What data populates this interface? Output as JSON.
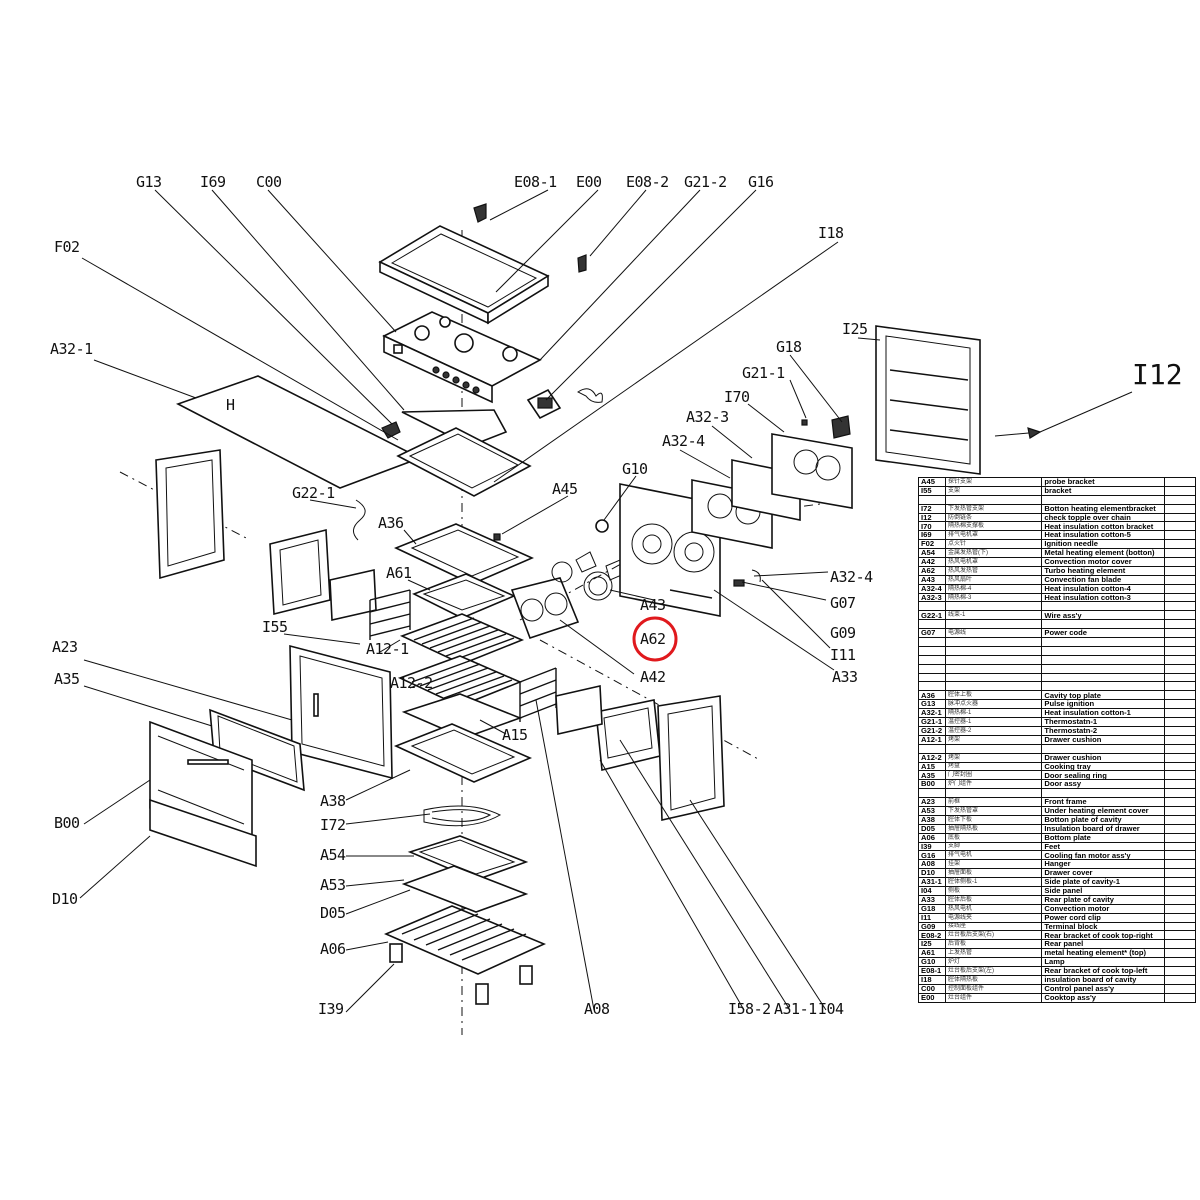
{
  "callouts": {
    "G13": "G13",
    "I69": "I69",
    "C00": "C00",
    "E08-1": "E08-1",
    "E00": "E00",
    "E08-2": "E08-2",
    "G21-2": "G21-2",
    "G16": "G16",
    "I18": "I18",
    "F02": "F02",
    "A32-1": "A32-1",
    "I25": "I25",
    "G18": "G18",
    "G21-1": "G21-1",
    "I12": "I12",
    "I70": "I70",
    "A32-3": "A32-3",
    "A32-4": "A32-4",
    "A32-4b": "A32-4",
    "G10": "G10",
    "A45": "A45",
    "G22-1": "G22-1",
    "A36": "A36",
    "A61": "A61",
    "A43": "A43",
    "G07": "G07",
    "G09": "G09",
    "A62": "A62",
    "I11": "I11",
    "A42": "A42",
    "A33": "A33",
    "I55": "I55",
    "A12-1": "A12-1",
    "A12-2": "A12-2",
    "A23": "A23",
    "A35": "A35",
    "A15": "A15",
    "A38": "A38",
    "I72": "I72",
    "B00": "B00",
    "A54": "A54",
    "A53": "A53",
    "D05": "D05",
    "D10": "D10",
    "A06": "A06",
    "I39": "I39",
    "A08": "A08",
    "I58-2": "I58-2",
    "A31-1": "A31-1",
    "I04": "I04"
  },
  "highlight": {
    "target": "A62",
    "color": "#e0191d"
  },
  "legend": {
    "rows": [
      {
        "code": "A45",
        "cn": "探针支架",
        "en": "probe bracket"
      },
      {
        "code": "I55",
        "cn": "支架",
        "en": "bracket"
      },
      {
        "code": "",
        "cn": "",
        "en": ""
      },
      {
        "code": "I72",
        "cn": "下发热管支架",
        "en": "Botton heating elementbracket"
      },
      {
        "code": "I12",
        "cn": "防倒链条",
        "en": "check topple over chain"
      },
      {
        "code": "I70",
        "cn": "隔热棉支撑板",
        "en": "Heat insulation cotton bracket"
      },
      {
        "code": "I69",
        "cn": "排气电机罩",
        "en": "Heat insulation cotton-5"
      },
      {
        "code": "F02",
        "cn": "点火针",
        "en": "Ignition needle"
      },
      {
        "code": "A54",
        "cn": "金属发热管(下)",
        "en": "Metal heating element (botton)"
      },
      {
        "code": "A42",
        "cn": "热风电机罩",
        "en": "Convection motor cover"
      },
      {
        "code": "A62",
        "cn": "热风发热管",
        "en": "Turbo heating element"
      },
      {
        "code": "A43",
        "cn": "热风扇叶",
        "en": "Convection fan blade"
      },
      {
        "code": "A32-4",
        "cn": "隔热棉-4",
        "en": "Heat insulation cotton-4"
      },
      {
        "code": "A32-3",
        "cn": "隔热棉-3",
        "en": "Heat insulation cotton-3"
      },
      {
        "code": "",
        "cn": "",
        "en": ""
      },
      {
        "code": "G22-1",
        "cn": "线束-1",
        "en": "Wire ass'y"
      },
      {
        "code": "",
        "cn": "",
        "en": ""
      },
      {
        "code": "G07",
        "cn": "电源线",
        "en": "Power code"
      },
      {
        "code": "",
        "cn": "",
        "en": ""
      },
      {
        "code": "",
        "cn": "",
        "en": ""
      },
      {
        "code": "",
        "cn": "",
        "en": ""
      },
      {
        "code": "",
        "cn": "",
        "en": ""
      },
      {
        "code": "",
        "cn": "",
        "en": ""
      },
      {
        "code": "",
        "cn": "",
        "en": ""
      },
      {
        "code": "A36",
        "cn": "腔体上板",
        "en": "Cavity top plate"
      },
      {
        "code": "G13",
        "cn": "脉冲点火器",
        "en": "Pulse ignition"
      },
      {
        "code": "A32-1",
        "cn": "隔热棉-1",
        "en": "Heat insulation cotton-1"
      },
      {
        "code": "G21-1",
        "cn": "温控器-1",
        "en": "Thermostatn-1"
      },
      {
        "code": "G21-2",
        "cn": "温控器-2",
        "en": "Thermostatn-2"
      },
      {
        "code": "A12-1",
        "cn": "烤架",
        "en": "Drawer cushion"
      },
      {
        "code": "",
        "cn": "",
        "en": ""
      },
      {
        "code": "A12-2",
        "cn": "烤架",
        "en": "Drawer cushion"
      },
      {
        "code": "A15",
        "cn": "烤盘",
        "en": "Cooking tray"
      },
      {
        "code": "A35",
        "cn": "门密封圈",
        "en": "Door sealing ring"
      },
      {
        "code": "B00",
        "cn": "炉门组件",
        "en": "Door assy"
      },
      {
        "code": "",
        "cn": "",
        "en": ""
      },
      {
        "code": "A23",
        "cn": "前框",
        "en": "Front frame"
      },
      {
        "code": "A53",
        "cn": "下发热管罩",
        "en": "Under heating element cover"
      },
      {
        "code": "A38",
        "cn": "腔体下板",
        "en": "Botton plate of cavity"
      },
      {
        "code": "D05",
        "cn": "抽屉隔热板",
        "en": "Insulation board of drawer"
      },
      {
        "code": "A06",
        "cn": "底板",
        "en": "Bottom plate"
      },
      {
        "code": "I39",
        "cn": "支脚",
        "en": "Feet"
      },
      {
        "code": "G16",
        "cn": "排气电机",
        "en": "Cooling fan motor ass'y"
      },
      {
        "code": "A08",
        "cn": "挂架",
        "en": "Hanger"
      },
      {
        "code": "D10",
        "cn": "抽屉面板",
        "en": "Drawer cover"
      },
      {
        "code": "A31-1",
        "cn": "腔体侧板-1",
        "en": "Side plate of cavity-1"
      },
      {
        "code": "I04",
        "cn": "侧板",
        "en": "Side panel"
      },
      {
        "code": "A33",
        "cn": "腔体后板",
        "en": "Rear plate of cavity"
      },
      {
        "code": "G18",
        "cn": "热风电机",
        "en": "Convection motor"
      },
      {
        "code": "I11",
        "cn": "电源线夹",
        "en": "Power cord clip"
      },
      {
        "code": "G09",
        "cn": "接线座",
        "en": "Terminal block"
      },
      {
        "code": "E08-2",
        "cn": "灶台板后支架(右)",
        "en": "Rear bracket of cook top-right"
      },
      {
        "code": "I25",
        "cn": "后背板",
        "en": "Rear panel"
      },
      {
        "code": "A61",
        "cn": "上发热管",
        "en": "metal heating element* (top)"
      },
      {
        "code": "G10",
        "cn": "炉灯",
        "en": "Lamp"
      },
      {
        "code": "E08-1",
        "cn": "灶台板后支架(左)",
        "en": "Rear bracket of cook top-left"
      },
      {
        "code": "I18",
        "cn": "腔体隔热板",
        "en": "insulation board of cavity"
      },
      {
        "code": "C00",
        "cn": "控制面板组件",
        "en": "Control panel ass'y"
      },
      {
        "code": "E00",
        "cn": "灶台组件",
        "en": "Cooktop ass'y"
      }
    ]
  }
}
